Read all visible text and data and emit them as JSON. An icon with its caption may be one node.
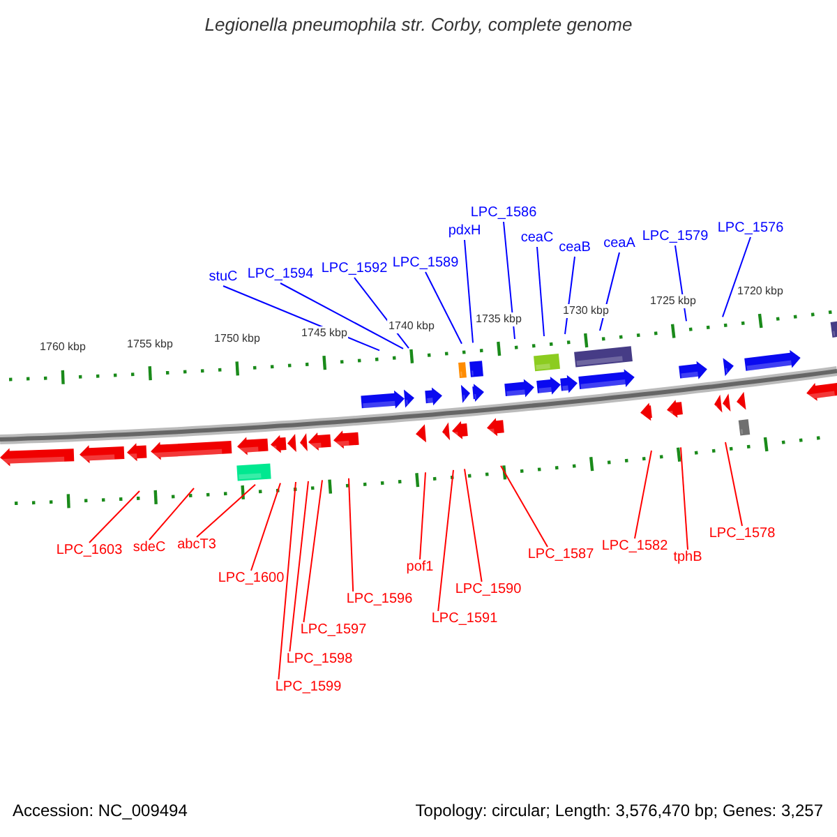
{
  "diagram": {
    "title": "Legionella pneumophila str. Corby, complete genome",
    "nodes": [
      {
        "text": [
          "stuC"
        ]
      },
      {
        "text": [
          "LPC_1594"
        ]
      },
      {
        "text": [
          "LPC_1592"
        ]
      },
      {
        "text": [
          "LPC_1589"
        ]
      },
      {
        "text": [
          "pdxH"
        ]
      },
      {
        "text": [
          "LPC_1586"
        ]
      },
      {
        "text": [
          "ceaC"
        ]
      },
      {
        "text": [
          "ceaB"
        ]
      },
      {
        "text": [
          "ceaA"
        ]
      },
      {
        "text": [
          "LPC_1579"
        ]
      },
      {
        "text": [
          "LPC_1576"
        ]
      },
      {
        "text": [
          "LPC_1603"
        ]
      },
      {
        "text": [
          "sdeC"
        ]
      },
      {
        "text": [
          "abcT3"
        ]
      },
      {
        "text": [
          "LPC_1600"
        ]
      },
      {
        "text": [
          "LPC_1596"
        ]
      },
      {
        "text": [
          "LPC_1597"
        ]
      },
      {
        "text": [
          "LPC_1598"
        ]
      },
      {
        "text": [
          "LPC_1599"
        ]
      },
      {
        "text": [
          "pof1"
        ]
      },
      {
        "text": [
          "LPC_1591"
        ]
      },
      {
        "text": [
          "LPC_1590"
        ]
      },
      {
        "text": [
          "LPC_1587"
        ]
      },
      {
        "text": [
          "LPC_1582"
        ]
      },
      {
        "text": [
          "tphB"
        ]
      },
      {
        "text": [
          "LPC_1578"
        ]
      }
    ],
    "edges": [
      {
        "from": 0,
        "to": null,
        "arrow": "none",
        "color": "#0000ff"
      },
      {
        "from": 1,
        "to": null,
        "arrow": "none",
        "color": "#0000ff"
      },
      {
        "from": 2,
        "to": null,
        "arrow": "none",
        "color": "#0000ff"
      },
      {
        "from": 3,
        "to": null,
        "arrow": "none",
        "color": "#0000ff"
      },
      {
        "from": 4,
        "to": null,
        "arrow": "none",
        "color": "#0000ff"
      },
      {
        "from": 5,
        "to": null,
        "arrow": "none",
        "color": "#0000ff"
      },
      {
        "from": 6,
        "to": null,
        "arrow": "none",
        "color": "#0000ff"
      },
      {
        "from": 7,
        "to": null,
        "arrow": "none",
        "color": "#0000ff"
      },
      {
        "from": 8,
        "to": null,
        "arrow": "none",
        "color": "#0000ff"
      },
      {
        "from": 9,
        "to": null,
        "arrow": "none",
        "color": "#0000ff"
      },
      {
        "from": 10,
        "to": null,
        "arrow": "none",
        "color": "#0000ff"
      },
      {
        "from": 11,
        "to": null,
        "arrow": "none"
      },
      {
        "from": 12,
        "to": null,
        "arrow": "none"
      },
      {
        "from": 13,
        "to": null,
        "arrow": "none"
      },
      {
        "from": 14,
        "to": null,
        "arrow": "none"
      },
      {
        "from": 15,
        "to": null,
        "arrow": "none"
      },
      {
        "from": 16,
        "to": null,
        "arrow": "none"
      },
      {
        "from": 17,
        "to": null,
        "arrow": "none"
      },
      {
        "from": 18,
        "to": null,
        "arrow": "none"
      },
      {
        "from": 19,
        "to": null,
        "arrow": "none"
      },
      {
        "from": 20,
        "to": null,
        "arrow": "none"
      },
      {
        "from": 21,
        "to": null,
        "arrow": "none"
      },
      {
        "from": 22,
        "to": null,
        "arrow": "none"
      },
      {
        "from": 23,
        "to": null,
        "arrow": "none"
      },
      {
        "from": 24,
        "to": null,
        "arrow": "none"
      },
      {
        "from": 25,
        "to": null,
        "arrow": "none"
      }
    ],
    "labels": [
      "1760 kbp",
      "1755 kbp",
      "1750 kbp",
      "1745 kbp",
      "1740 kbp",
      "1735 kbp",
      "1730 kbp",
      "1725 kbp",
      "1720 kbp",
      "Accession: NC_009494",
      "Topology: circular; Length: 3,576,470 bp; Genes: 3,257"
    ]
  }
}
